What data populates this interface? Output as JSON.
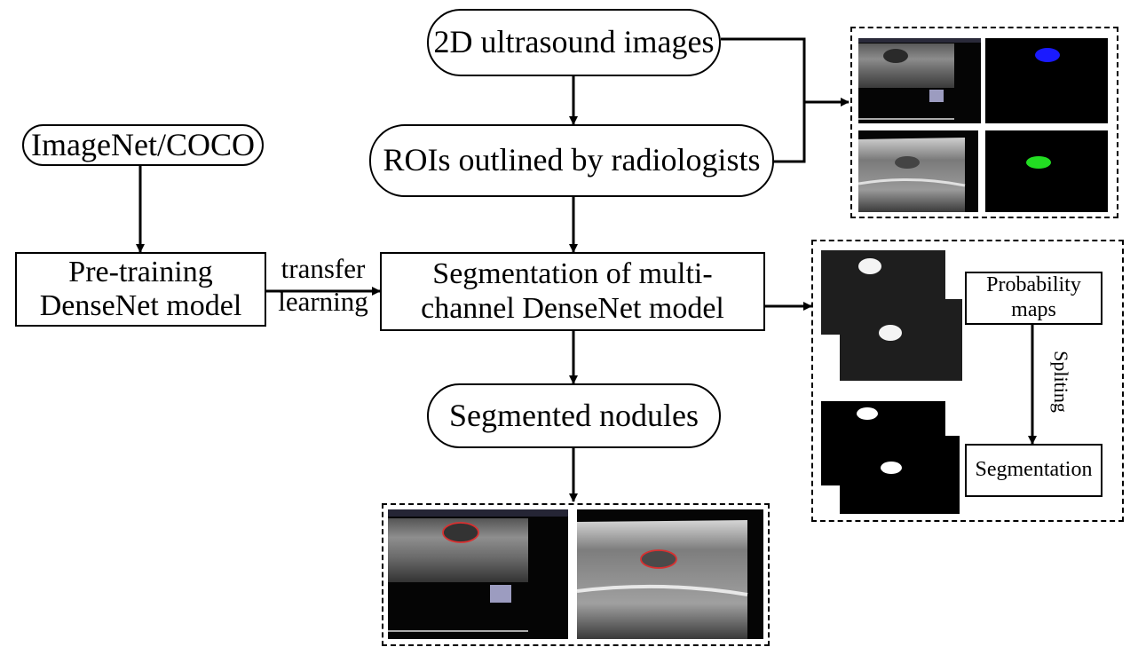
{
  "nodes": {
    "us_images": "2D ultrasound images",
    "rois": "ROIs outlined by radiologists",
    "imagenet": "ImageNet/COCO",
    "pretrain_l1": "Pre-training",
    "pretrain_l2": "DenseNet model",
    "seg_model_l1": "Segmentation of multi-",
    "seg_model_l2": "channel DenseNet model",
    "segmented": "Segmented  nodules"
  },
  "edge_labels": {
    "transfer_l1": "transfer",
    "transfer_l2": "learning",
    "spliting": "Spliting"
  },
  "output_panel": {
    "prob_l1": "Probability",
    "prob_l2": "maps",
    "segmentation": "Segmentation"
  },
  "colors": {
    "mask_blue": "#1a1aff",
    "mask_green": "#22dd22",
    "contour_red": "#d83030"
  }
}
